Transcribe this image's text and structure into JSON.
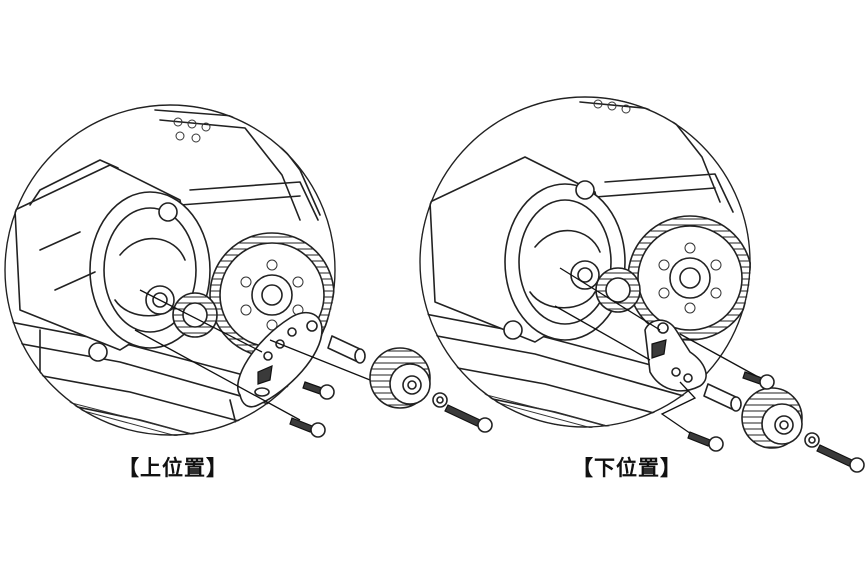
{
  "captions": {
    "left": "【上位置】",
    "right": "【下位置】"
  },
  "colors": {
    "line": "#222222",
    "background": "#ffffff",
    "screw_thread": "#3a3a3a"
  },
  "panels": [
    {
      "name": "upper-position",
      "icons": [
        "motor",
        "spur-gear",
        "motor-plate",
        "pinion-gear",
        "cap-screw",
        "spacer",
        "washer"
      ]
    },
    {
      "name": "lower-position",
      "icons": [
        "motor",
        "spur-gear",
        "motor-plate",
        "pinion-gear",
        "cap-screw",
        "spacer",
        "washer"
      ]
    }
  ]
}
